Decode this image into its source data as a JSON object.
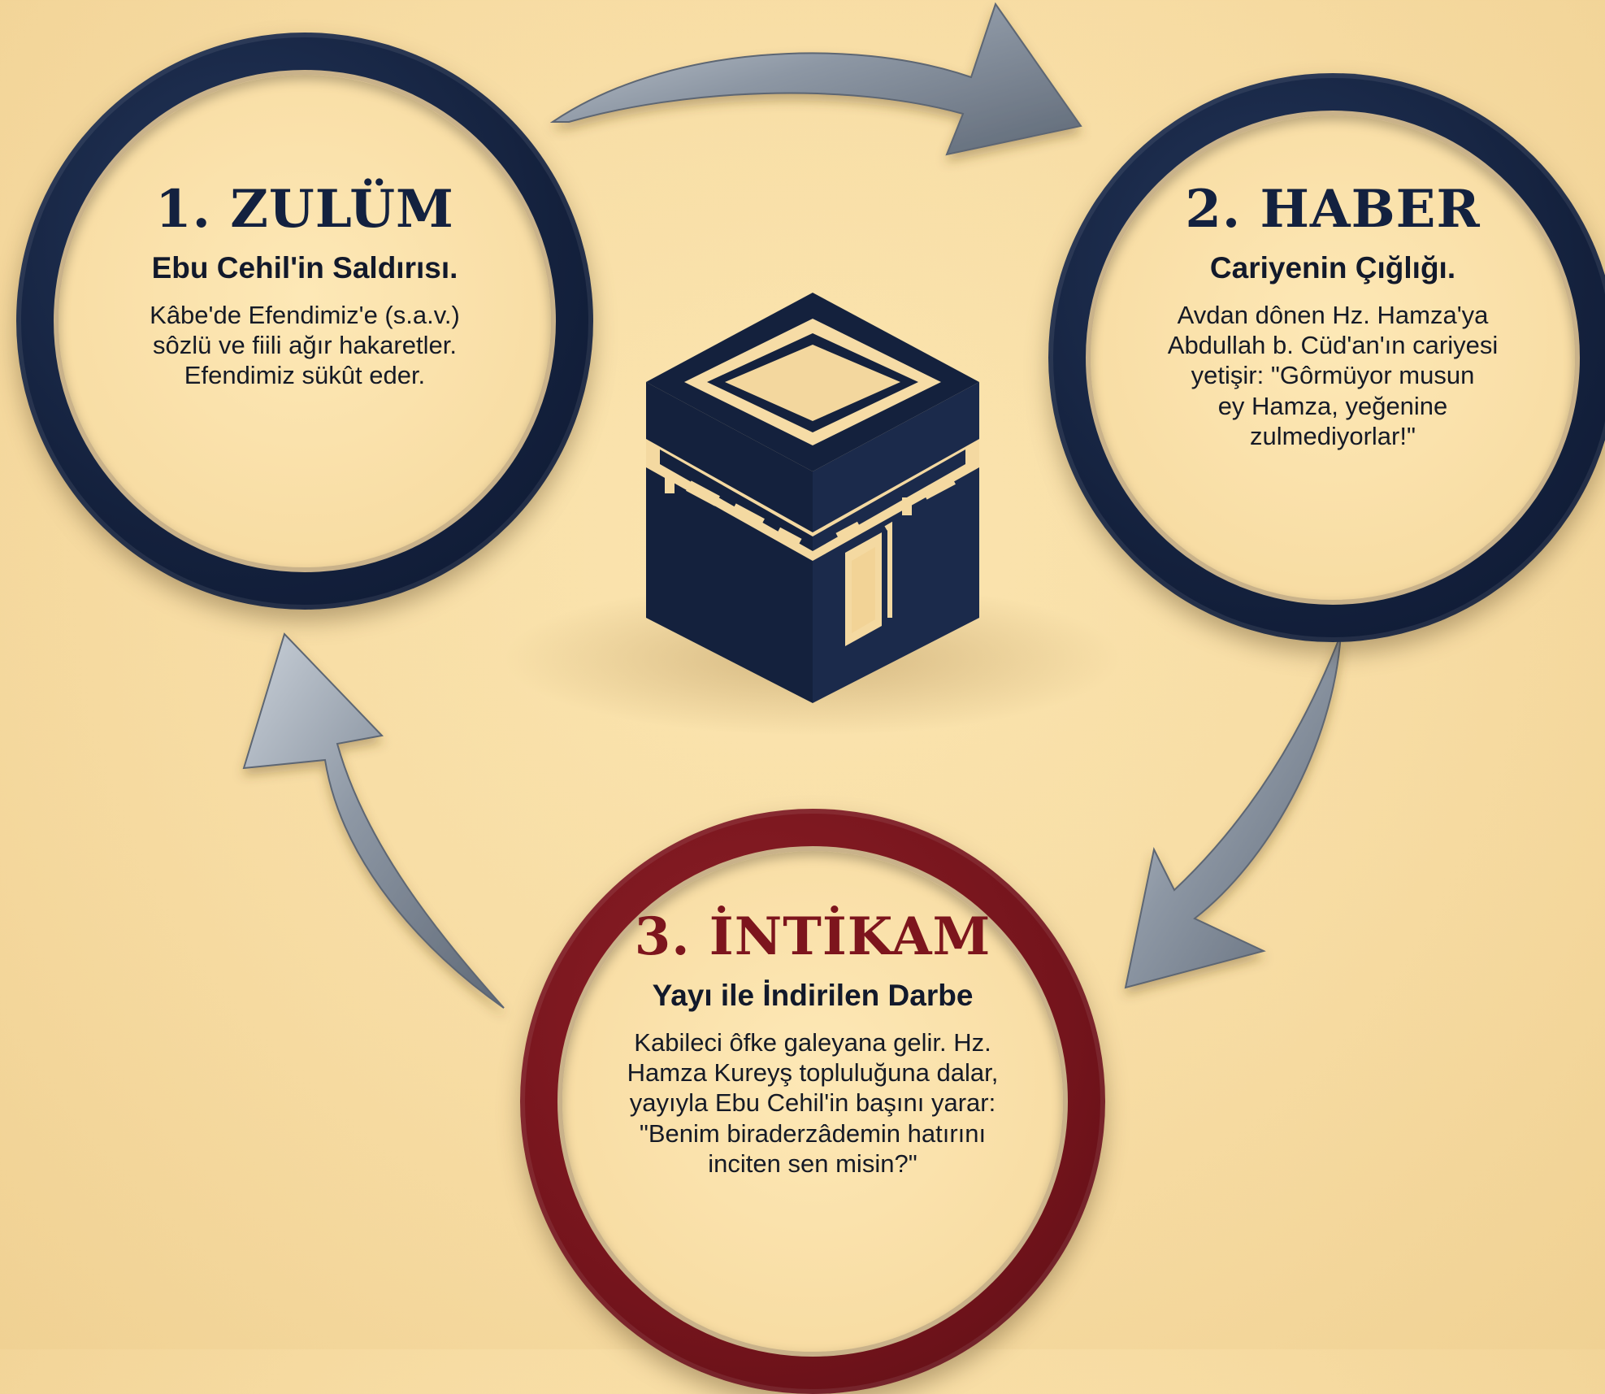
{
  "steps": [
    {
      "title_num": "1.",
      "title_word": "ZULÜM",
      "subtitle": "Ebu Cehil'in Saldırısı.",
      "body_lines": [
        "Kâbe'de Efendimiz'e (s.a.v.)",
        "sôzlü ve fiili ağır hakaretler.",
        "Efendimiz sükût eder."
      ],
      "ring_color": "#14213d"
    },
    {
      "title_num": "2.",
      "title_word": "HABER",
      "subtitle": "Cariyenin Çığlığı.",
      "body_lines": [
        "Avdan dônen Hz. Hamza'ya",
        "Abdullah b. Cüd'an'ın cariyesi",
        "yetişir: \"Gôrmüyor musun",
        "ey Hamza, yeğenine",
        "zulmediyorlar!\""
      ],
      "ring_color": "#14213d"
    },
    {
      "title_num": "3.",
      "title_word": "İNTİKAM",
      "subtitle": "Yayı ile İndirilen Darbe",
      "body_lines": [
        "Kabileci ôfke galeyana gelir. Hz.",
        "Hamza Kureyş topluluğuna dalar,",
        "yayıyla Ebu Cehil'in başını yarar:",
        "\"Benim biraderzâdemin hatırını",
        "inciten sen misin?\""
      ],
      "ring_color": "#74141c"
    }
  ],
  "center_icon": "kaaba-icon",
  "colors": {
    "navy": "#14213d",
    "crimson": "#74141c",
    "background": "#f7dca3",
    "arrow": "#7f8a99"
  }
}
